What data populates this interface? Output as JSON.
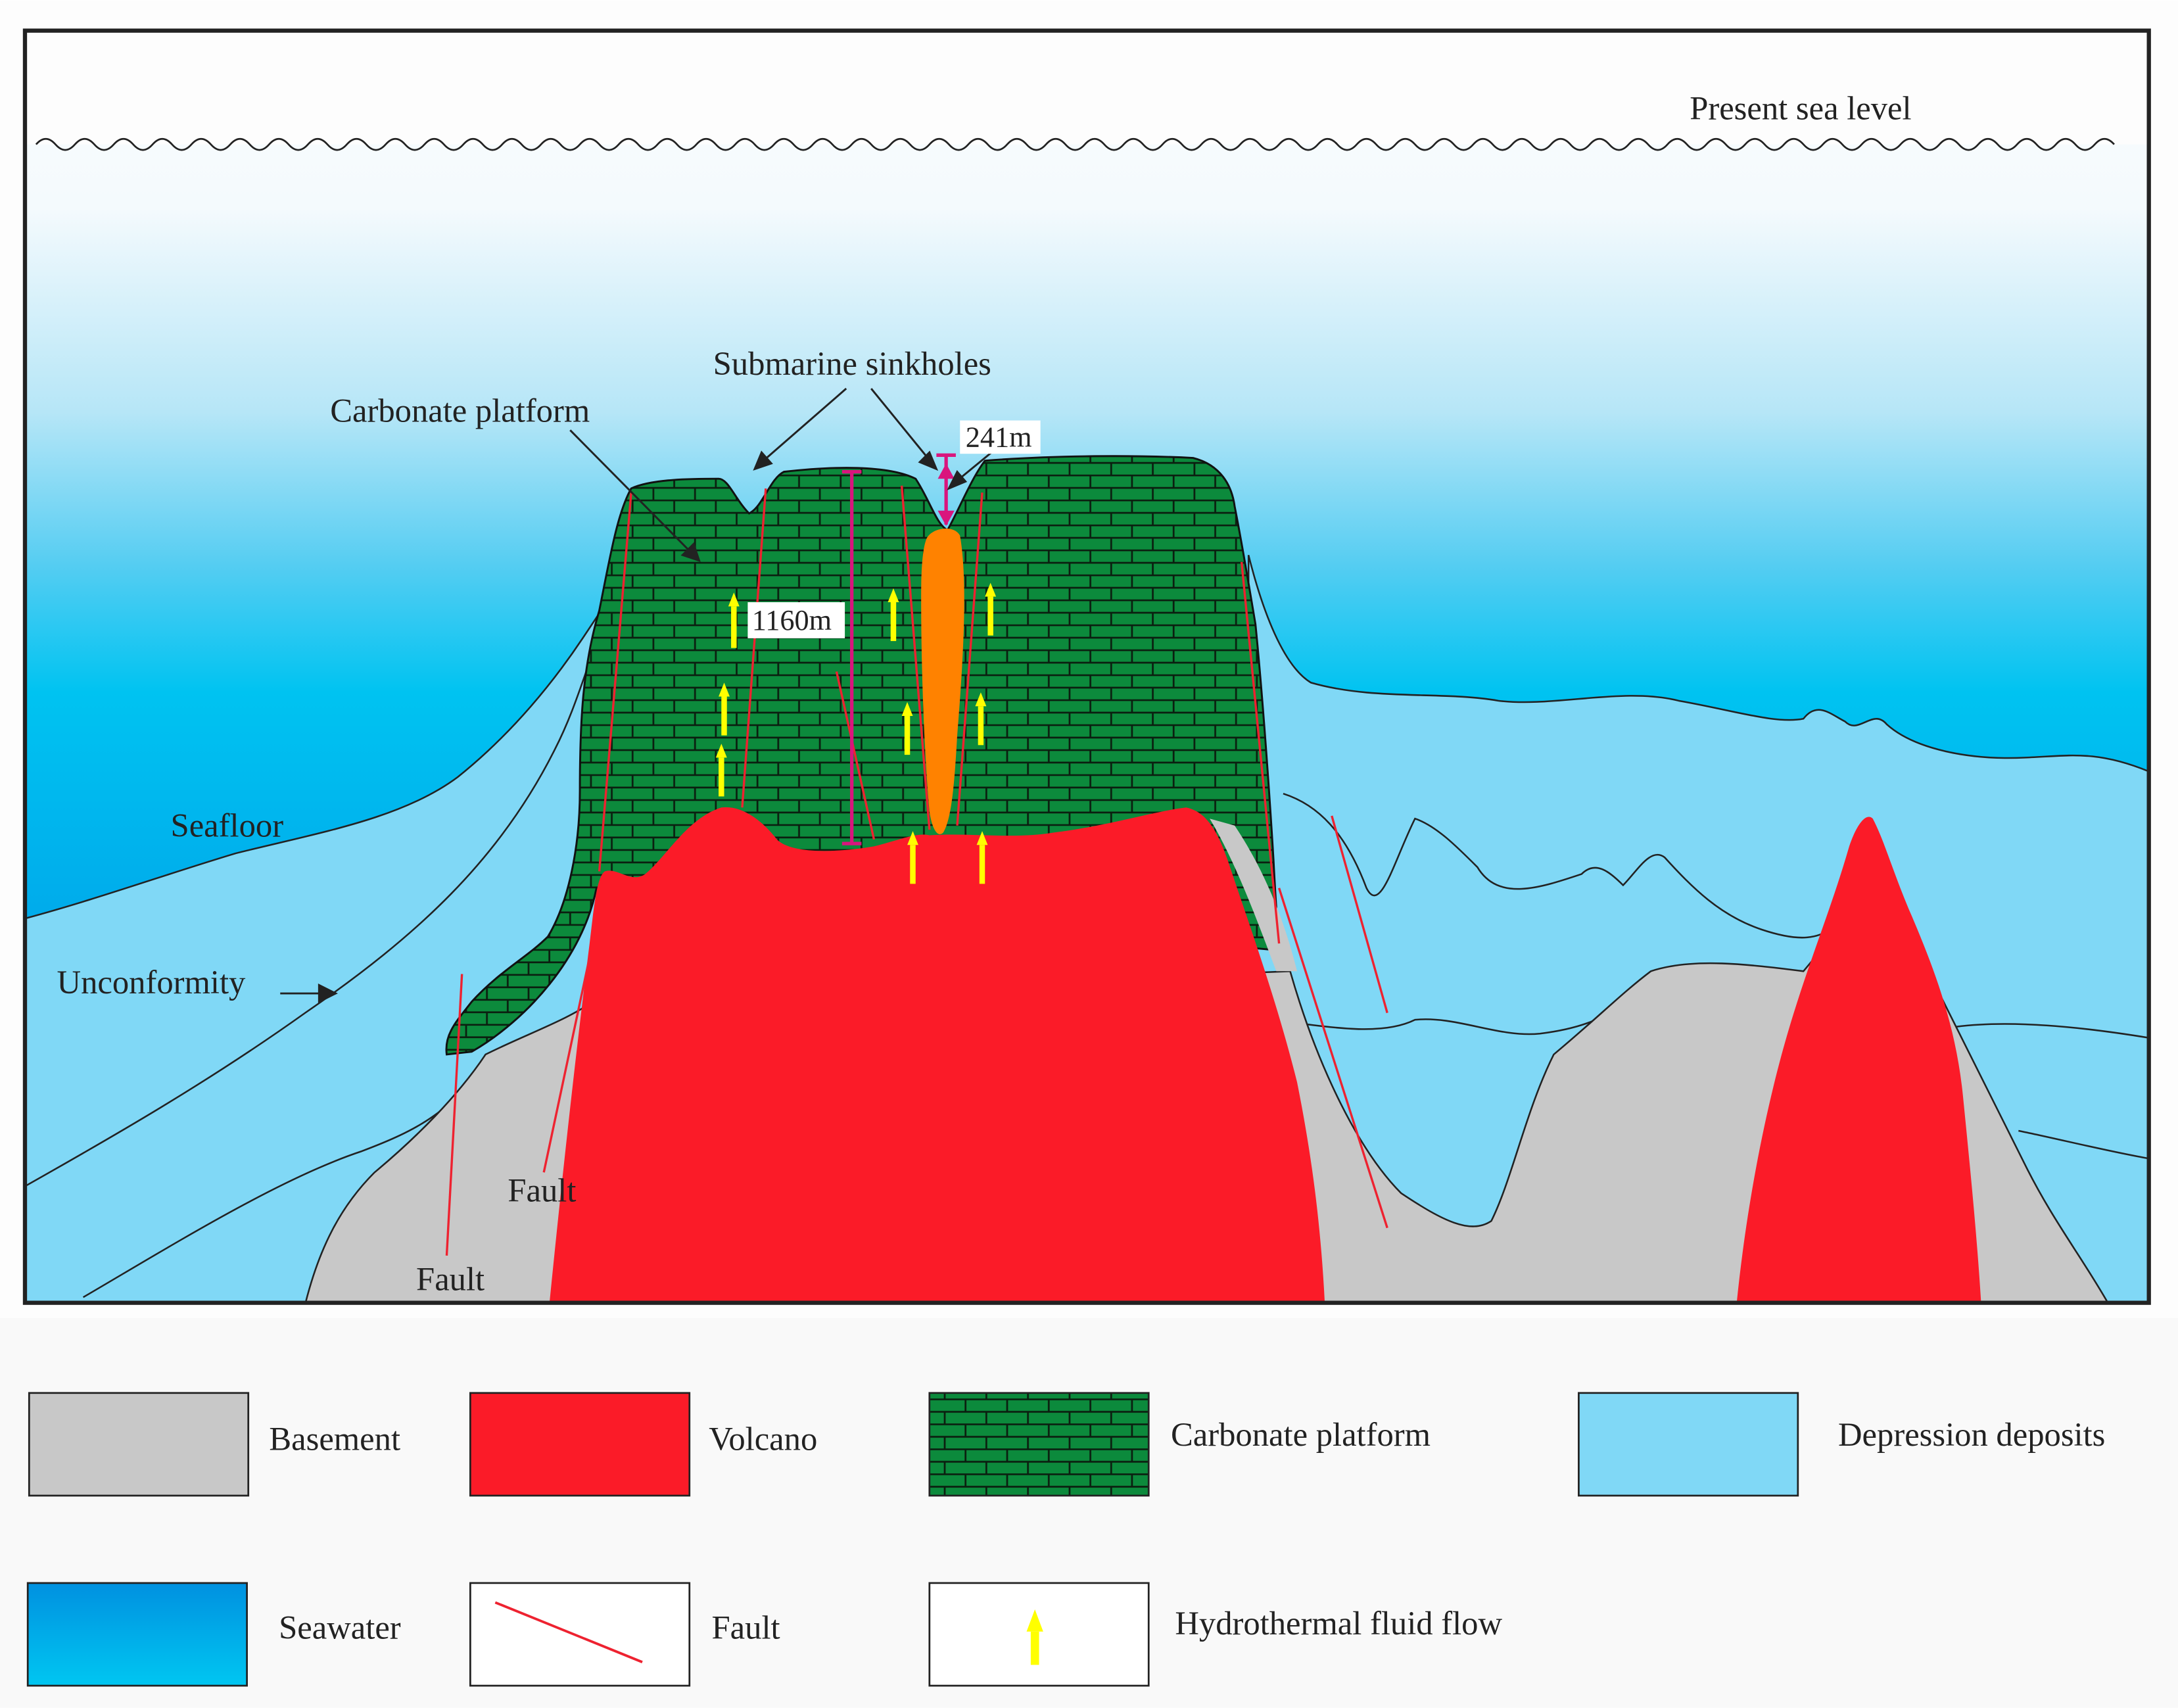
{
  "colors": {
    "basement": "#c8c8c8",
    "volcano": "#fb1b28",
    "carbonate": "#0c8a3c",
    "carbonate_brick": "#0b1f10",
    "depression": "#80d8f6",
    "seawater_top": "#f6fbfd",
    "seawater_mid": "#00c0f0",
    "seawater_deep": "#0091e0",
    "fault": "#ee2230",
    "hydrothermal": "#ffff00",
    "intrusion": "#ff8200",
    "measure": "#d9157d"
  },
  "labels": {
    "sea_level": "Present  sea level",
    "sinkholes": "Submarine sinkholes",
    "carbonate_platform": "Carbonate platform",
    "measure_top": "241m",
    "measure_total": "1160m",
    "seafloor": "Seafloor",
    "unconformity": "Unconformity",
    "fault_a": "Fault",
    "fault_b": "Fault"
  },
  "legend": [
    {
      "key": "basement",
      "label": "Basement",
      "icon": "gray-swatch"
    },
    {
      "key": "volcano",
      "label": "Volcano",
      "icon": "red-swatch"
    },
    {
      "key": "carbonate",
      "label": "Carbonate platform",
      "icon": "brick-swatch"
    },
    {
      "key": "depression",
      "label": "Depression deposits",
      "icon": "light-blue-swatch"
    },
    {
      "key": "seawater",
      "label": "Seawater",
      "icon": "blue-gradient-swatch"
    },
    {
      "key": "fault",
      "label": "Fault",
      "icon": "red-line-swatch"
    },
    {
      "key": "hydrothermal",
      "label": "Hydrothermal fluid flow",
      "icon": "yellow-arrow-swatch"
    }
  ]
}
